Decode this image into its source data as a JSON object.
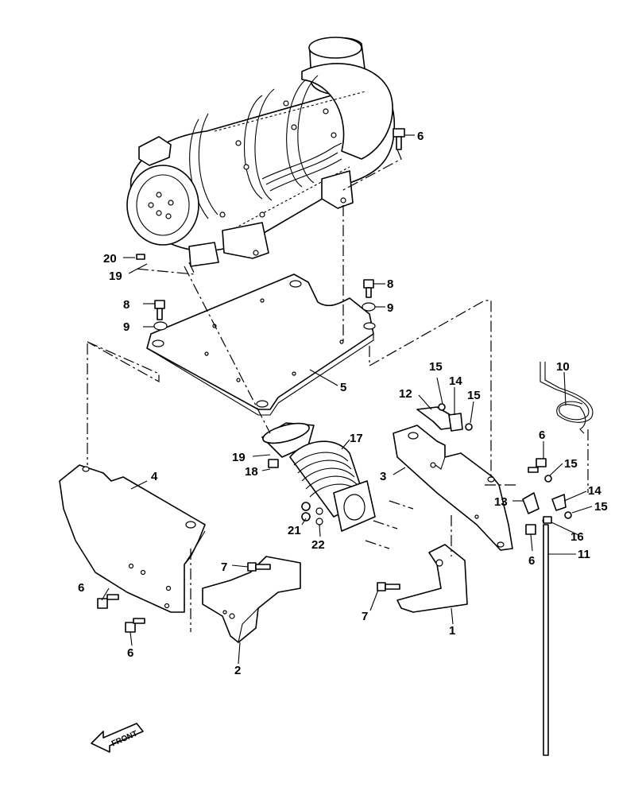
{
  "callouts": [
    {
      "id": "c6a",
      "text": "6"
    },
    {
      "id": "c20",
      "text": "20"
    },
    {
      "id": "c19a",
      "text": "19"
    },
    {
      "id": "c8a",
      "text": "8"
    },
    {
      "id": "c9a",
      "text": "9"
    },
    {
      "id": "c8b",
      "text": "8"
    },
    {
      "id": "c9b",
      "text": "9"
    },
    {
      "id": "c5",
      "text": "5"
    },
    {
      "id": "c15a",
      "text": "15"
    },
    {
      "id": "c14a",
      "text": "14"
    },
    {
      "id": "c12",
      "text": "12"
    },
    {
      "id": "c15b",
      "text": "15"
    },
    {
      "id": "c10",
      "text": "10"
    },
    {
      "id": "c17",
      "text": "17"
    },
    {
      "id": "c19b",
      "text": "19"
    },
    {
      "id": "c18",
      "text": "18"
    },
    {
      "id": "c4",
      "text": "4"
    },
    {
      "id": "c3",
      "text": "3"
    },
    {
      "id": "c6b",
      "text": "6"
    },
    {
      "id": "c15c",
      "text": "15"
    },
    {
      "id": "c13",
      "text": "13"
    },
    {
      "id": "c14b",
      "text": "14"
    },
    {
      "id": "c15d",
      "text": "15"
    },
    {
      "id": "c16",
      "text": "16"
    },
    {
      "id": "c21",
      "text": "21"
    },
    {
      "id": "c22",
      "text": "22"
    },
    {
      "id": "c6c",
      "text": "6"
    },
    {
      "id": "c11",
      "text": "11"
    },
    {
      "id": "c7a",
      "text": "7"
    },
    {
      "id": "c6d",
      "text": "6"
    },
    {
      "id": "c6e",
      "text": "6"
    },
    {
      "id": "c2",
      "text": "2"
    },
    {
      "id": "c7b",
      "text": "7"
    },
    {
      "id": "c1",
      "text": "1"
    }
  ],
  "front_arrow": {
    "label": "FRONT"
  }
}
